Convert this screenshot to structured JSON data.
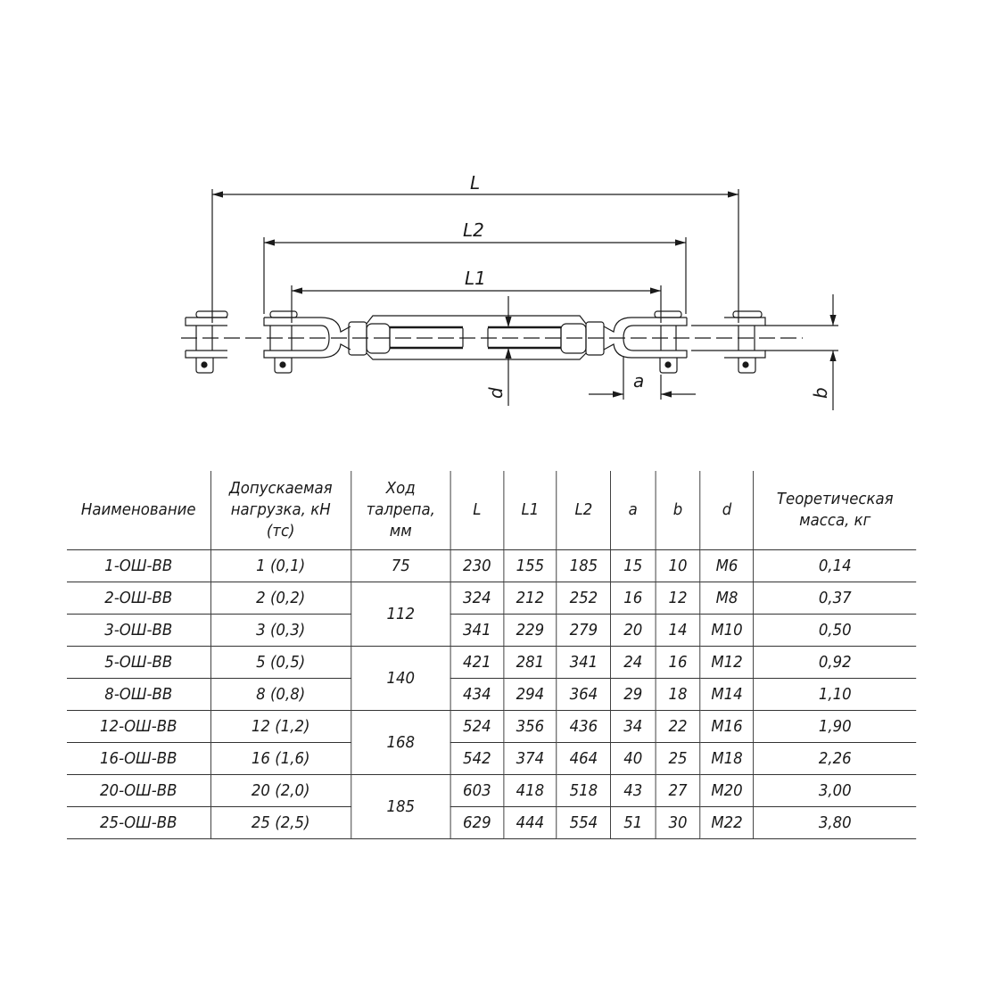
{
  "drawing": {
    "dim_L": "L",
    "dim_L2": "L2",
    "dim_L1": "L1",
    "dim_d": "d",
    "dim_a": "a",
    "dim_b": "b"
  },
  "table": {
    "headers": [
      "Наименование",
      "Допускаемая нагрузка, кН (тс)",
      "Ход талрепа, мм",
      "L",
      "L1",
      "L2",
      "a",
      "b",
      "d",
      "Теоретическая масса, кг"
    ],
    "header_lines": {
      "load": [
        "Допускаемая",
        "нагрузка, кН",
        "(тс)"
      ],
      "stroke": [
        "Ход",
        "талрепа,",
        "мм"
      ],
      "mass": [
        "Теоретическая",
        "масса, кг"
      ]
    },
    "strokes": [
      "75",
      "112",
      "140",
      "168",
      "185"
    ],
    "rows": [
      [
        "1-ОШ-ВВ",
        "1 (0,1)",
        "230",
        "155",
        "185",
        "15",
        "10",
        "М6",
        "0,14"
      ],
      [
        "2-ОШ-ВВ",
        "2 (0,2)",
        "324",
        "212",
        "252",
        "16",
        "12",
        "М8",
        "0,37"
      ],
      [
        "3-ОШ-ВВ",
        "3 (0,3)",
        "341",
        "229",
        "279",
        "20",
        "14",
        "М10",
        "0,50"
      ],
      [
        "5-ОШ-ВВ",
        "5 (0,5)",
        "421",
        "281",
        "341",
        "24",
        "16",
        "М12",
        "0,92"
      ],
      [
        "8-ОШ-ВВ",
        "8 (0,8)",
        "434",
        "294",
        "364",
        "29",
        "18",
        "М14",
        "1,10"
      ],
      [
        "12-ОШ-ВВ",
        "12 (1,2)",
        "524",
        "356",
        "436",
        "34",
        "22",
        "М16",
        "1,90"
      ],
      [
        "16-ОШ-ВВ",
        "16 (1,6)",
        "542",
        "374",
        "464",
        "40",
        "25",
        "М18",
        "2,26"
      ],
      [
        "20-ОШ-ВВ",
        "20 (2,0)",
        "603",
        "418",
        "518",
        "43",
        "27",
        "М20",
        "3,00"
      ],
      [
        "25-ОШ-ВВ",
        "25 (2,5)",
        "629",
        "444",
        "554",
        "51",
        "30",
        "М22",
        "3,80"
      ]
    ]
  }
}
